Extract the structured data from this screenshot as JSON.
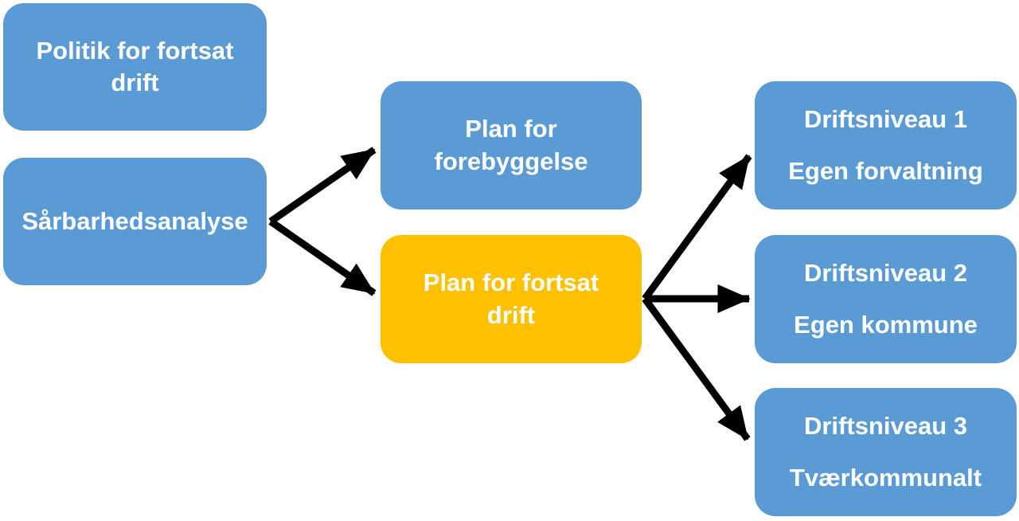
{
  "diagram": {
    "language": "da",
    "colors": {
      "node_blue": "#5b9bd5",
      "node_highlight_orange": "#ffc000",
      "arrow": "#000000",
      "label_text": "#ffffff",
      "background": "#ffffff"
    },
    "nodes": {
      "politik": {
        "label": "Politik for fortsat\ndrift",
        "color": "#5b9bd5"
      },
      "saarbarhedsanalyse": {
        "label": "Sårbarhedsanalyse",
        "color": "#5b9bd5"
      },
      "plan_forebyggelse": {
        "label": "Plan for\nforebyggelse",
        "color": "#5b9bd5"
      },
      "plan_fortsat_drift": {
        "label": "Plan for fortsat\ndrift",
        "color": "#ffc000"
      },
      "driftsniveau_1": {
        "line1": "Driftsniveau 1",
        "line2": "Egen forvaltning",
        "color": "#5b9bd5"
      },
      "driftsniveau_2": {
        "line1": "Driftsniveau 2",
        "line2": "Egen kommune",
        "color": "#5b9bd5"
      },
      "driftsniveau_3": {
        "line1": "Driftsniveau 3",
        "line2": "Tværkommunalt",
        "color": "#5b9bd5"
      }
    },
    "edges": [
      {
        "from": "saarbarhedsanalyse",
        "to": "plan_forebyggelse"
      },
      {
        "from": "saarbarhedsanalyse",
        "to": "plan_fortsat_drift"
      },
      {
        "from": "plan_fortsat_drift",
        "to": "driftsniveau_1"
      },
      {
        "from": "plan_fortsat_drift",
        "to": "driftsniveau_2"
      },
      {
        "from": "plan_fortsat_drift",
        "to": "driftsniveau_3"
      }
    ]
  }
}
